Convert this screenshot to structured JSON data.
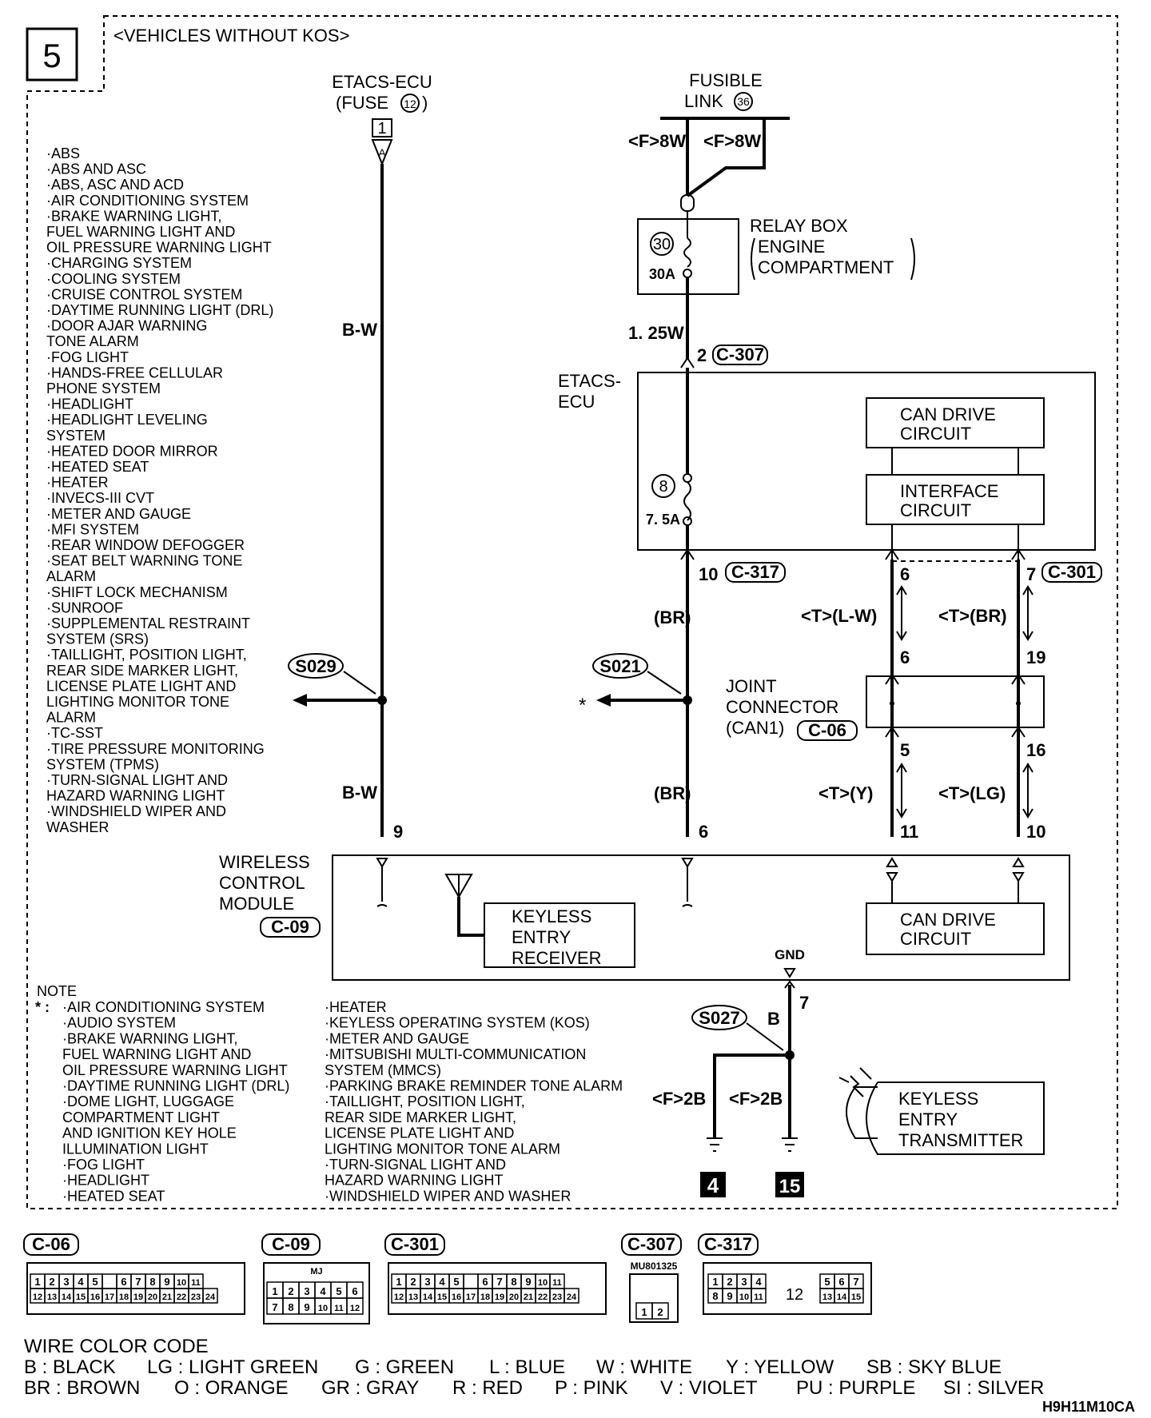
{
  "page_number": "5",
  "header": "<VEHICLES WITHOUT KOS>",
  "etacs_fuse": {
    "line1": "ETACS-ECU",
    "line2": "(FUSE",
    "fuse_no": "12",
    "line2_end": ")",
    "terminal": "1",
    "connector_letter": "A"
  },
  "fusible_link": {
    "line1": "FUSIBLE",
    "line2": "LINK",
    "no": "36"
  },
  "fl_wire_left": "<F>8W",
  "fl_wire_right": "<F>8W",
  "relay_box": {
    "line1": "RELAY BOX",
    "line2": "ENGINE",
    "line3": "COMPARTMENT",
    "fuse_no": "30",
    "rating": "30A"
  },
  "wire_125w": "1. 25W",
  "c307_pin": "2",
  "c307_label": "C-307",
  "etacs_ecu": {
    "line1": "ETACS-",
    "line2": "ECU"
  },
  "can_drive_top": {
    "line1": "CAN DRIVE",
    "line2": "CIRCUIT"
  },
  "interface": {
    "line1": "INTERFACE",
    "line2": "CIRCUIT"
  },
  "ecu_fuse": {
    "no": "8",
    "rating": "7. 5A"
  },
  "c317": {
    "pin": "10",
    "label": "C-317"
  },
  "c301": {
    "pin_left": "6",
    "pin_right": "7",
    "label": "C-301"
  },
  "wire_bw_top": "B-W",
  "wire_bw_bottom": "B-W",
  "wire_br_top": "(BR)",
  "wire_br_bottom": "(BR)",
  "wire_lw": "<T>(L-W)",
  "wire_br_t": "<T>(BR)",
  "wire_y": "<T>(Y)",
  "wire_lg": "<T>(LG)",
  "joint_pins": {
    "top_left": "6",
    "top_right": "19",
    "bot_left": "5",
    "bot_right": "16"
  },
  "joint": {
    "line1": "JOINT",
    "line2": "CONNECTOR",
    "line3": "(CAN1)",
    "label": "C-06"
  },
  "splice_s029": "S029",
  "splice_s021": "S021",
  "splice_s027": "S027",
  "asterisk": "*",
  "systems_list": [
    "·ABS",
    "·ABS AND ASC",
    "·ABS, ASC AND ACD",
    "·AIR CONDITIONING SYSTEM",
    "·BRAKE WARNING LIGHT,",
    " FUEL WARNING LIGHT AND",
    " OIL PRESSURE WARNING LIGHT",
    "·CHARGING SYSTEM",
    "·COOLING SYSTEM",
    "·CRUISE CONTROL SYSTEM",
    "·DAYTIME RUNNING LIGHT (DRL)",
    "·DOOR AJAR WARNING",
    " TONE ALARM",
    "·FOG LIGHT",
    "·HANDS-FREE CELLULAR",
    " PHONE SYSTEM",
    "·HEADLIGHT",
    "·HEADLIGHT LEVELING",
    " SYSTEM",
    "·HEATED DOOR MIRROR",
    "·HEATED SEAT",
    "·HEATER",
    "·INVECS-III CVT",
    "·METER AND GAUGE",
    "·MFI SYSTEM",
    "·REAR WINDOW DEFOGGER",
    "·SEAT BELT WARNING TONE",
    " ALARM",
    "·SHIFT LOCK MECHANISM",
    "·SUNROOF",
    "·SUPPLEMENTAL RESTRAINT",
    " SYSTEM (SRS)",
    "·TAILLIGHT, POSITION LIGHT,",
    " REAR SIDE MARKER LIGHT,",
    " LICENSE PLATE LIGHT AND",
    " LIGHTING MONITOR TONE",
    " ALARM",
    "·TC-SST",
    "·TIRE PRESSURE MONITORING",
    " SYSTEM (TPMS)",
    "·TURN-SIGNAL LIGHT AND",
    " HAZARD WARNING LIGHT",
    "·WINDSHIELD WIPER AND",
    " WASHER"
  ],
  "wcm_pins": {
    "p9": "9",
    "p6": "6",
    "p11": "11",
    "p10": "10"
  },
  "wcm": {
    "line1": "WIRELESS",
    "line2": "CONTROL",
    "line3": "MODULE",
    "label": "C-09"
  },
  "keyless_receiver": {
    "line1": "KEYLESS",
    "line2": "ENTRY",
    "line3": "RECEIVER"
  },
  "can_drive_bottom": {
    "line1": "CAN DRIVE",
    "line2": "CIRCUIT"
  },
  "gnd": "GND",
  "gnd_pin": "7",
  "gnd_wire": "B",
  "ground_wire_left": "<F>2B",
  "ground_wire_right": "<F>2B",
  "ground_left_no": "4",
  "ground_right_no": "15",
  "transmitter": {
    "line1": "KEYLESS",
    "line2": "ENTRY",
    "line3": "TRANSMITTER"
  },
  "note_title": "NOTE",
  "note_marker": "* :",
  "note_col1": [
    "·AIR CONDITIONING SYSTEM",
    "·AUDIO SYSTEM",
    "·BRAKE WARNING LIGHT,",
    " FUEL WARNING LIGHT AND",
    " OIL PRESSURE WARNING LIGHT",
    "·DAYTIME RUNNING LIGHT (DRL)",
    "·DOME LIGHT, LUGGAGE",
    " COMPARTMENT LIGHT",
    " AND IGNITION KEY HOLE",
    " ILLUMINATION LIGHT",
    "·FOG LIGHT",
    "·HEADLIGHT",
    "·HEATED SEAT"
  ],
  "note_col2": [
    "·HEATER",
    "·KEYLESS OPERATING SYSTEM (KOS)",
    "·METER AND GAUGE",
    "·MITSUBISHI MULTI-COMMUNICATION",
    " SYSTEM (MMCS)",
    "·PARKING BRAKE REMINDER TONE ALARM",
    "·TAILLIGHT, POSITION LIGHT,",
    " REAR SIDE MARKER LIGHT,",
    " LICENSE PLATE LIGHT AND",
    " LIGHTING MONITOR TONE ALARM",
    "·TURN-SIGNAL LIGHT AND",
    " HAZARD WARNING LIGHT",
    "·WINDSHIELD WIPER AND WASHER"
  ],
  "connectors": {
    "c06": {
      "label": "C-06",
      "row1": [
        "1",
        "2",
        "3",
        "4",
        "5",
        "",
        "6",
        "7",
        "8",
        "9",
        "10",
        "11"
      ],
      "row2": [
        "12",
        "13",
        "14",
        "15",
        "16",
        "17",
        "18",
        "19",
        "20",
        "21",
        "22",
        "23",
        "24"
      ]
    },
    "c09": {
      "label": "C-09",
      "tag": "MJ",
      "row1": [
        "1",
        "2",
        "3",
        "4",
        "5",
        "6"
      ],
      "row2": [
        "7",
        "8",
        "9",
        "10",
        "11",
        "12"
      ]
    },
    "c301": {
      "label": "C-301",
      "row1": [
        "1",
        "2",
        "3",
        "4",
        "5",
        "",
        "6",
        "7",
        "8",
        "9",
        "10",
        "11"
      ],
      "row2": [
        "12",
        "13",
        "14",
        "15",
        "16",
        "17",
        "18",
        "19",
        "20",
        "21",
        "22",
        "23",
        "24"
      ]
    },
    "c307": {
      "label": "C-307",
      "part_no": "MU801325",
      "row2": [
        "1",
        "2"
      ]
    },
    "c317": {
      "label": "C-317",
      "row1_left": [
        "1",
        "2",
        "3",
        "4"
      ],
      "row1_right": [
        "5",
        "6",
        "7"
      ],
      "center": "12",
      "row2_left": [
        "8",
        "9",
        "10",
        "11"
      ],
      "row2_right": [
        "13",
        "14",
        "15"
      ]
    }
  },
  "wire_color_code": {
    "title": "WIRE COLOR CODE",
    "row1": [
      "B : BLACK",
      "LG : LIGHT GREEN",
      "G : GREEN",
      "L : BLUE",
      "W : WHITE",
      "Y : YELLOW",
      "SB : SKY BLUE"
    ],
    "row2": [
      "BR : BROWN",
      "O : ORANGE",
      "GR : GRAY",
      "R : RED",
      "P : PINK",
      "V : VIOLET",
      "PU : PURPLE",
      "SI : SILVER"
    ]
  },
  "figure_id": "H9H11M10CA"
}
